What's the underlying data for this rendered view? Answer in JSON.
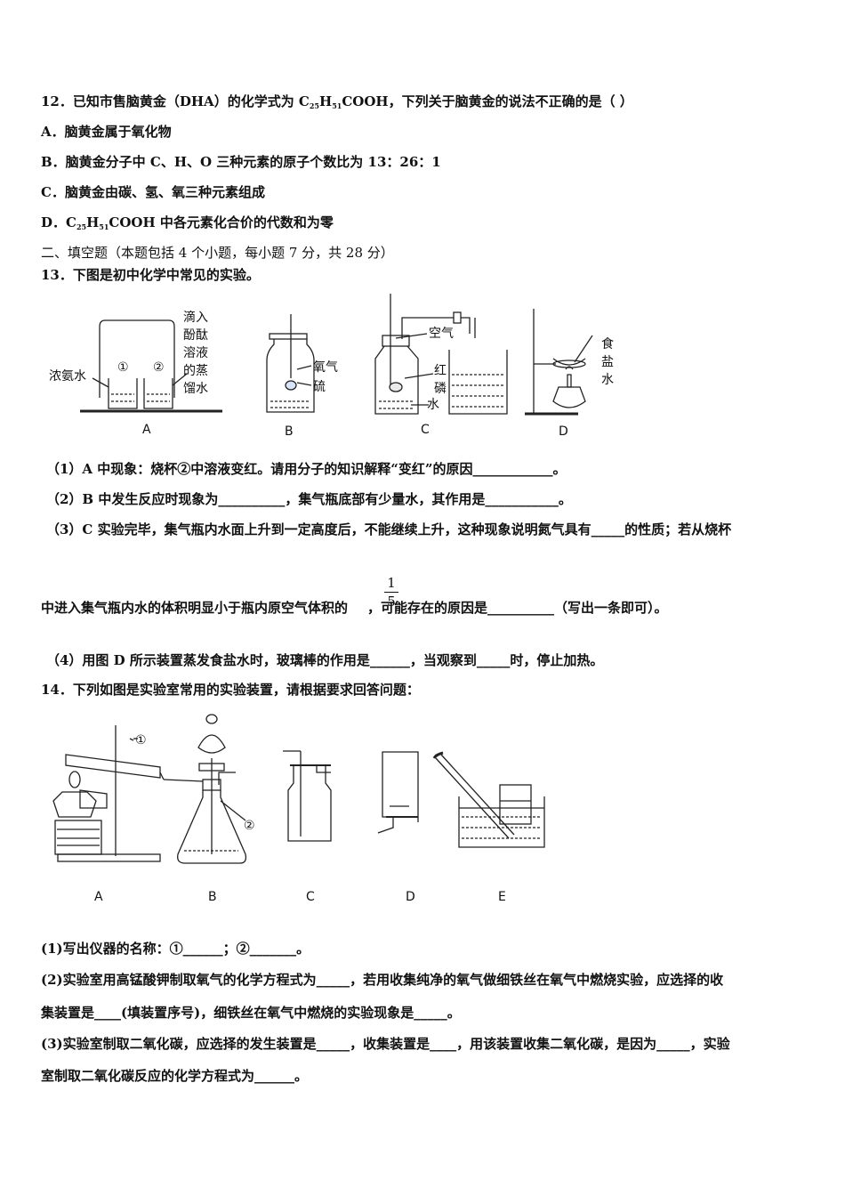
{
  "q12": {
    "stem_a": "12．已知市售脑黄金（DHA）的化学式为 C",
    "sub1": "25",
    "stem_b": "H",
    "sub2": "51",
    "stem_c": "COOH，下列关于脑黄金的说法不正确的是（ ）",
    "opt_a": "A．脑黄金属于氧化物",
    "opt_b": "B．脑黄金分子中 C、H、O 三种元素的原子个数比为 13：26：1",
    "opt_c": "C．脑黄金由碳、氢、氧三种元素组成",
    "opt_d_a": "D．C",
    "opt_d_b": "H",
    "opt_d_c": "COOH 中各元素化合价的代数和为零"
  },
  "section2": "二、填空题（本题包括 4 个小题，每小题 7 分，共 28 分）",
  "q13": {
    "stem": "13．下图是初中化学中常见的实验。",
    "figure": {
      "a_left": "浓氨水",
      "a_c1": "①",
      "a_c2": "②",
      "a_right": [
        "滴入",
        "酚酞",
        "溶液",
        "的蒸",
        "馏水"
      ],
      "b_o2": "氧气",
      "b_s": "硫",
      "c_air": "空气",
      "c_p1": "红",
      "c_p2": "磷",
      "c_water": "水",
      "d_salt": [
        "食",
        "盐",
        "水"
      ],
      "caption_a": "A",
      "caption_b": "B",
      "caption_c": "C",
      "caption_d": "D"
    },
    "p1": "（1）A 中现象：烧杯②中溶液变红。请用分子的知识解释“变红”的原因____________。",
    "p2": "（2）B 中发生反应时现象为__________，集气瓶底部有少量水，其作用是___________。",
    "p3a": "（3）C 实验完毕，集气瓶内水面上升到一定高度后，不能继续上升，这种现象说明氮气具有_____的性质；若从烧杯",
    "p3b": "中进入集气瓶内水的体积明显小于瓶内原空气体积的",
    "p3c": "，可能存在的原因是__________（写出一条即可）。",
    "frac_num": "1",
    "frac_den": "5",
    "p4": "（4）用图 D 所示装置蒸发食盐水时，玻璃棒的作用是______，当观察到_____时，停止加热。"
  },
  "q14": {
    "stem": "14．下列如图是实验室常用的实验装置，请根据要求回答问题：",
    "figure": {
      "mark1": "①",
      "mark2": "②",
      "caption_a": "A",
      "caption_b": "B",
      "caption_c": "C",
      "caption_d": "D",
      "caption_e": "E"
    },
    "p1": "(1)写出仪器的名称：①______；②_______。",
    "p2a": "(2)实验室用高锰酸钾制取氧气的化学方程式为_____，若用收集纯净的氧气做细铁丝在氧气中燃烧实验，应选择的收",
    "p2b": "集装置是____(填装置序号)，细铁丝在氧气中燃烧的实验现象是_____。",
    "p3a": "(3)实验室制取二氧化碳，应选择的发生装置是_____，收集装置是____，用该装置收集二氧化碳，是因为_____，实验",
    "p3b": "室制取二氧化碳反应的化学方程式为______。"
  }
}
